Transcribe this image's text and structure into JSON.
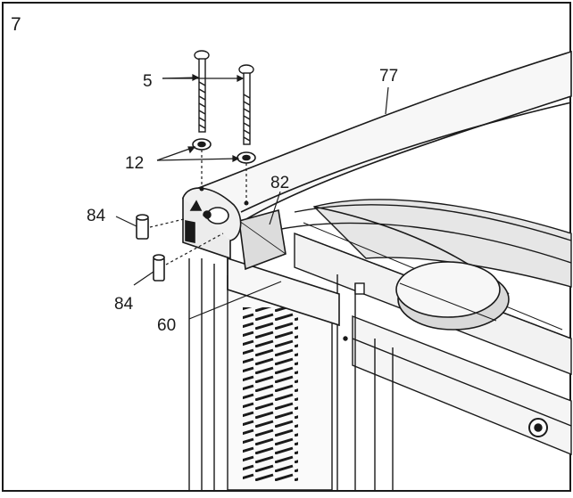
{
  "step_number": "7",
  "callouts": {
    "screws": "5",
    "washers": "12",
    "rail": "77",
    "cap": "82",
    "pin_upper": "84",
    "pin_lower": "84",
    "crossbar": "60"
  },
  "colors": {
    "frame": "#1a1a1a",
    "rail_fill": "#f7f7f7",
    "shadow": "#d9d9d9",
    "dark_shadow": "#b5b5b5"
  }
}
